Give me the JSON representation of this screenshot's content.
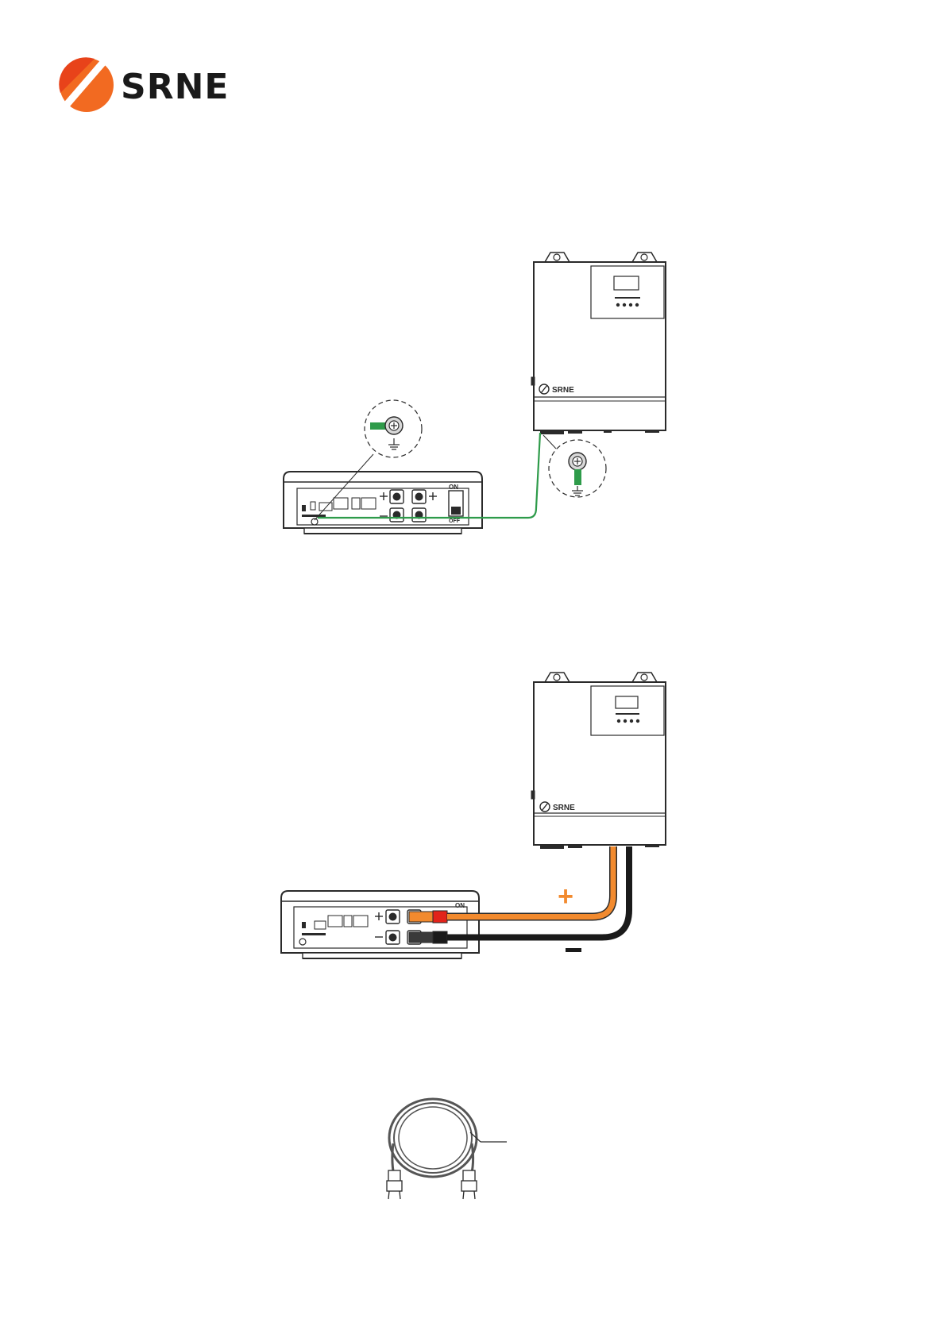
{
  "brand": {
    "name": "SRNE",
    "accent": "#f26a21",
    "accent_dark": "#e8431a"
  },
  "colors": {
    "ground_wire": "#2e9b4a",
    "positive_cable": "#f28a2e",
    "negative_cable": "#1a1a1a",
    "connector_red": "#e2231a",
    "line": "#2a2a2a"
  },
  "figure1": {
    "inverter_label": "SRNE",
    "switch_on": "ON",
    "switch_off": "OFF"
  },
  "figure2": {
    "inverter_label": "SRNE",
    "positive_mark": "+",
    "switch_on": "ON"
  }
}
